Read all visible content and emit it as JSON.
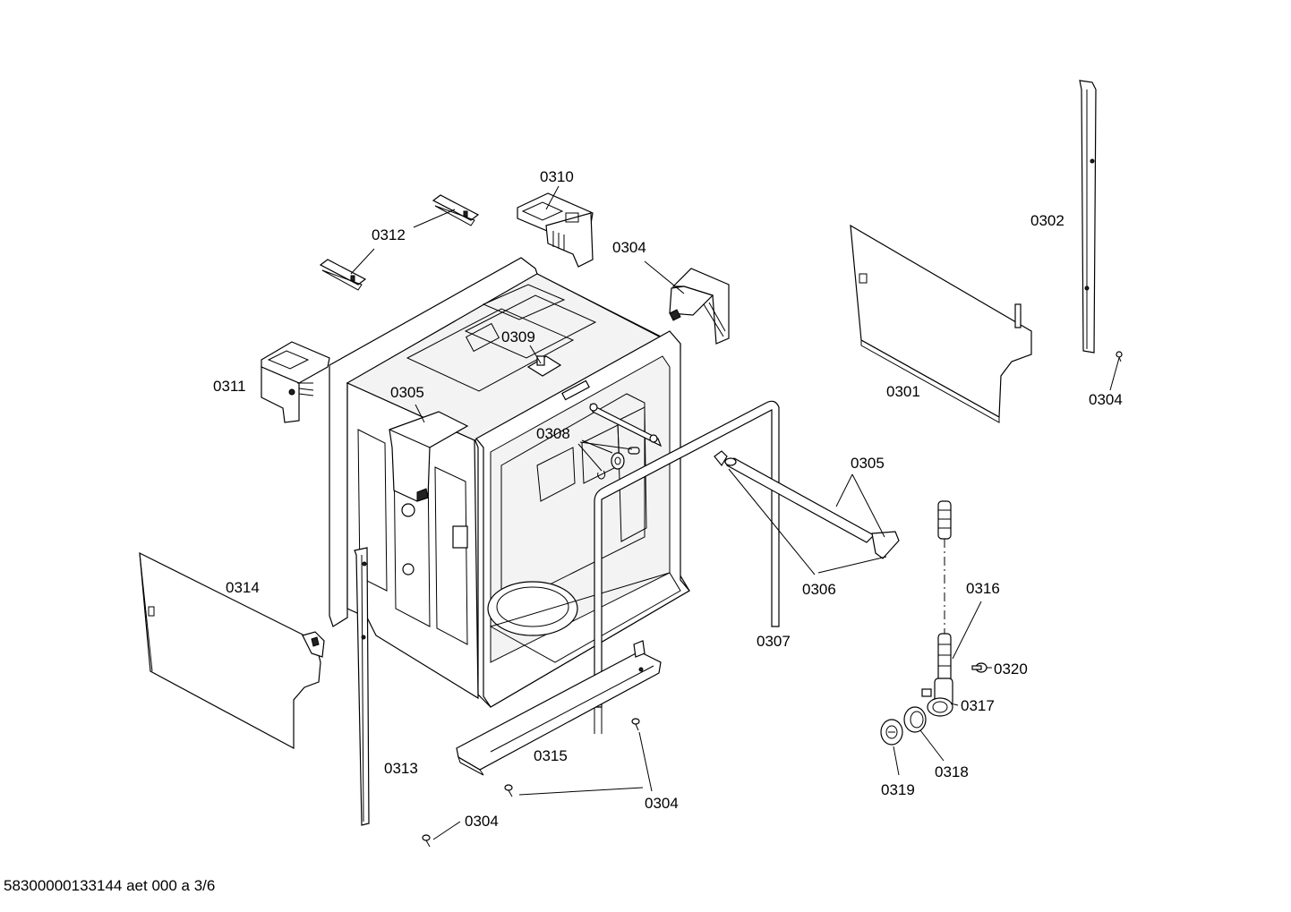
{
  "document_id": "58300000133144 aet 000 a 3/6",
  "callouts": {
    "c0301": "0301",
    "c0302": "0302",
    "c0304_a": "0304",
    "c0304_b": "0304",
    "c0304_c": "0304",
    "c0304_d": "0304",
    "c0305_a": "0305",
    "c0305_b": "0305",
    "c0306": "0306",
    "c0307": "0307",
    "c0308": "0308",
    "c0309": "0309",
    "c0310": "0310",
    "c0311": "0311",
    "c0312": "0312",
    "c0313": "0313",
    "c0314": "0314",
    "c0315": "0315",
    "c0316": "0316",
    "c0317": "0317",
    "c0318": "0318",
    "c0319": "0319",
    "c0320": "0320"
  }
}
